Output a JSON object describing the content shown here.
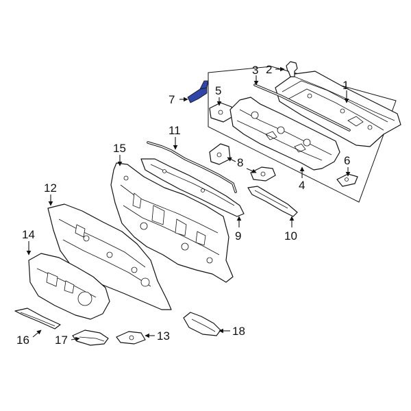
{
  "diagram": {
    "highlight_color": "#2f45a8",
    "highlighted_part": "7",
    "callouts": {
      "c1": "1",
      "c2": "2",
      "c3": "3",
      "c4": "4",
      "c5": "5",
      "c6": "6",
      "c7": "7",
      "c8": "8",
      "c9": "9",
      "c10": "10",
      "c11": "11",
      "c12": "12",
      "c13": "13",
      "c14": "14",
      "c15": "15",
      "c16": "16",
      "c17": "17",
      "c18": "18"
    }
  }
}
